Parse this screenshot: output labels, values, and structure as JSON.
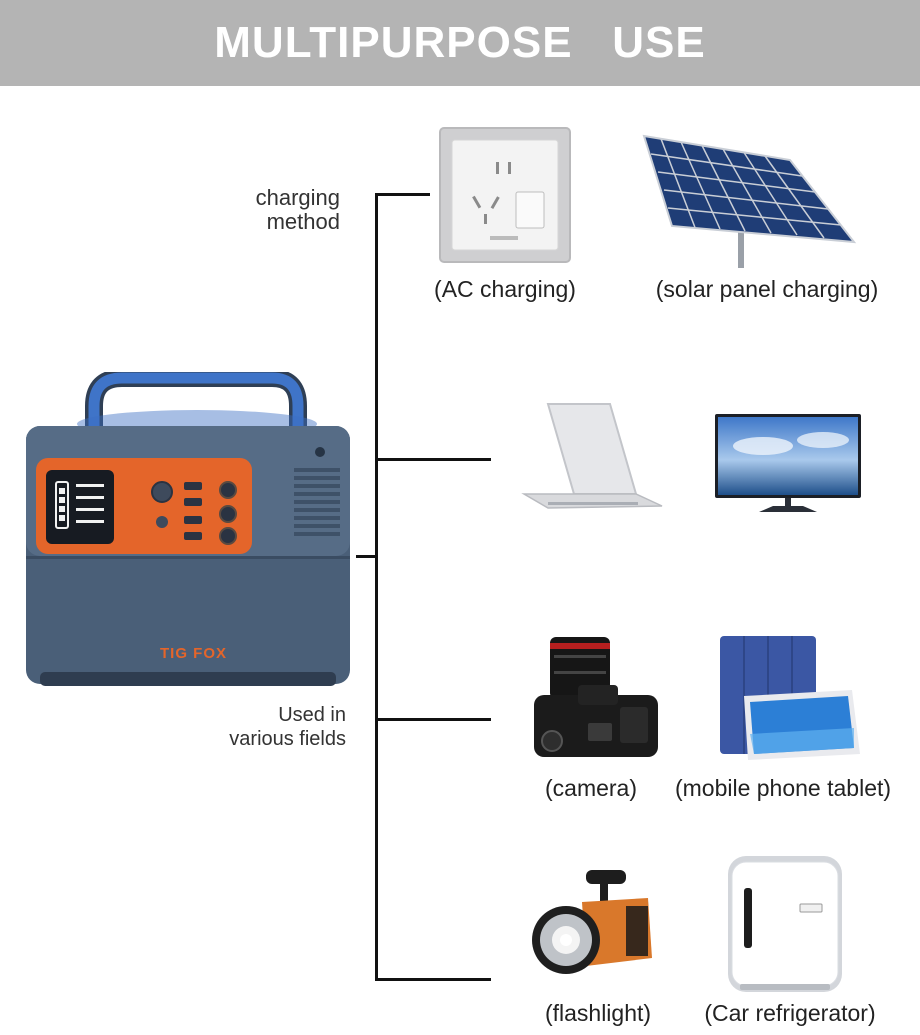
{
  "banner": {
    "title": "MULTIPURPOSE   USE"
  },
  "left_labels": {
    "charging_method": [
      "charging",
      "method"
    ],
    "used_in": [
      "Used in",
      "various fields"
    ]
  },
  "product": {
    "brand": "TIG FOX"
  },
  "items": {
    "ac": {
      "caption": "(AC charging)",
      "icon": "wall-socket-icon"
    },
    "solar": {
      "caption": "(solar panel charging)",
      "icon": "solar-panel-icon"
    },
    "laptop": {
      "icon": "laptop-icon"
    },
    "tv": {
      "icon": "tv-icon"
    },
    "camera": {
      "caption": "(camera)",
      "icon": "camera-icon"
    },
    "tablet": {
      "caption": "(mobile phone tablet)",
      "icon": "tablet-icon"
    },
    "flashlight": {
      "caption": "(flashlight)",
      "icon": "flashlight-icon"
    },
    "fridge": {
      "caption": "(Car refrigerator)",
      "icon": "car-fridge-icon"
    }
  },
  "colors": {
    "banner": "#b4b4b4",
    "device_body": "#4a5f78",
    "device_panel": "#e4652a",
    "handle": "#3f74c8",
    "connector": "#111111"
  }
}
